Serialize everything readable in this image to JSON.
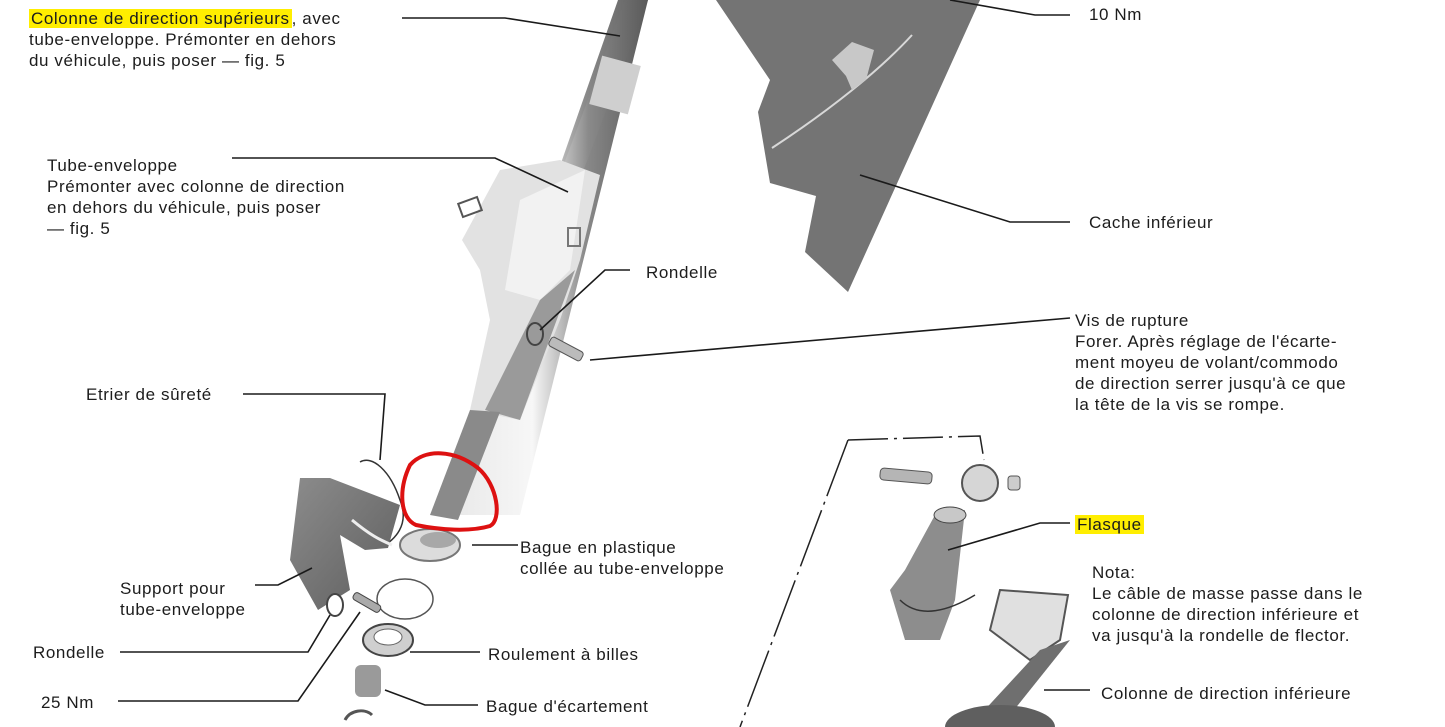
{
  "diagram": {
    "type": "exploded-parts-diagram",
    "subject": "Steering column assembly",
    "highlight_color": "#ffee00",
    "annotation_color": "#dd1111"
  },
  "labels": {
    "upper_column": {
      "title": "Colonne de direction supérieurs",
      "title_suffix": ", avec",
      "lines": [
        "tube-enveloppe. Prémonter en dehors",
        "du véhicule, puis poser — fig. 5"
      ],
      "highlighted": true
    },
    "tube_enveloppe": {
      "title": "Tube-enveloppe",
      "lines": [
        "Prémonter avec colonne de direction",
        "en dehors du véhicule, puis poser",
        "— fig. 5"
      ]
    },
    "torque_10": {
      "title": "10 Nm"
    },
    "cache_inferieur": {
      "title": "Cache inférieur"
    },
    "rondelle_top": {
      "title": "Rondelle"
    },
    "vis_rupture": {
      "title": "Vis de rupture",
      "lines": [
        "Forer. Après réglage de l'écarte-",
        "ment moyeu de volant/commodo",
        "de direction serrer jusqu'à ce que",
        "la tête de la vis se rompe."
      ]
    },
    "etrier": {
      "title": "Etrier de sûreté"
    },
    "bague_plastique": {
      "title": "Bague en plastique",
      "lines": [
        "collée au tube-enveloppe"
      ]
    },
    "support": {
      "title": "Support pour",
      "lines": [
        "tube-enveloppe"
      ]
    },
    "rondelle_bottom": {
      "title": "Rondelle"
    },
    "roulement": {
      "title": "Roulement à billes"
    },
    "torque_25": {
      "title": "25 Nm"
    },
    "bague_ecartement": {
      "title": "Bague d'écartement"
    },
    "flasque": {
      "title": "Flasque",
      "highlighted": true
    },
    "nota": {
      "title": "Nota:",
      "lines": [
        "Le câble de masse passe dans le",
        "colonne de direction inférieure et",
        "va jusqu'à la rondelle de flector."
      ]
    },
    "lower_column": {
      "title": "Colonne de direction inférieure"
    }
  },
  "annotations": [
    {
      "shape": "circle",
      "color": "#dd1111",
      "target": "lower end of upper steering shaft above plastic ring"
    }
  ]
}
